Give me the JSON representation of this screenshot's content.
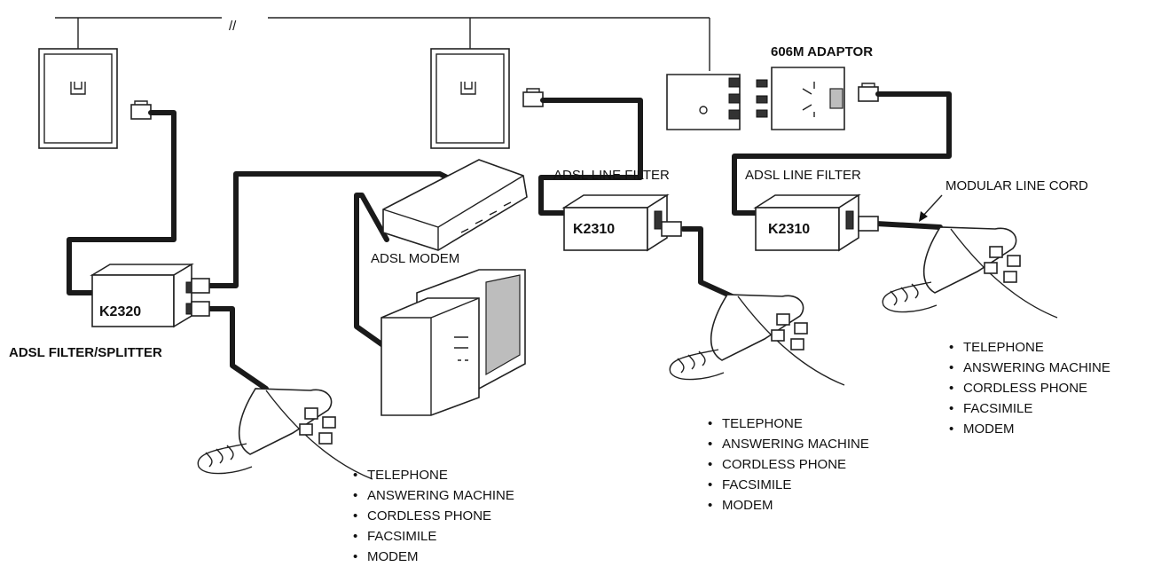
{
  "labels": {
    "adaptor": "606M ADAPTOR",
    "line_filter_a": "ADSL LINE FILTER",
    "line_filter_b": "ADSL LINE FILTER",
    "modular_cord": "MODULAR LINE CORD",
    "modem": "ADSL MODEM",
    "splitter": "ADSL FILTER/SPLITTER",
    "splitter_model": "K2320",
    "filter_model_a": "K2310",
    "filter_model_b": "K2310",
    "break_mark": "//"
  },
  "device_lists": {
    "left": [
      "TELEPHONE",
      "ANSWERING MACHINE",
      "CORDLESS PHONE",
      "FACSIMILE",
      "MODEM"
    ],
    "middle": [
      "TELEPHONE",
      "ANSWERING MACHINE",
      "CORDLESS PHONE",
      "FACSIMILE",
      "MODEM"
    ],
    "right": [
      "TELEPHONE",
      "ANSWERING MACHINE",
      "CORDLESS PHONE",
      "FACSIMILE",
      "MODEM"
    ]
  },
  "bullet": "•"
}
